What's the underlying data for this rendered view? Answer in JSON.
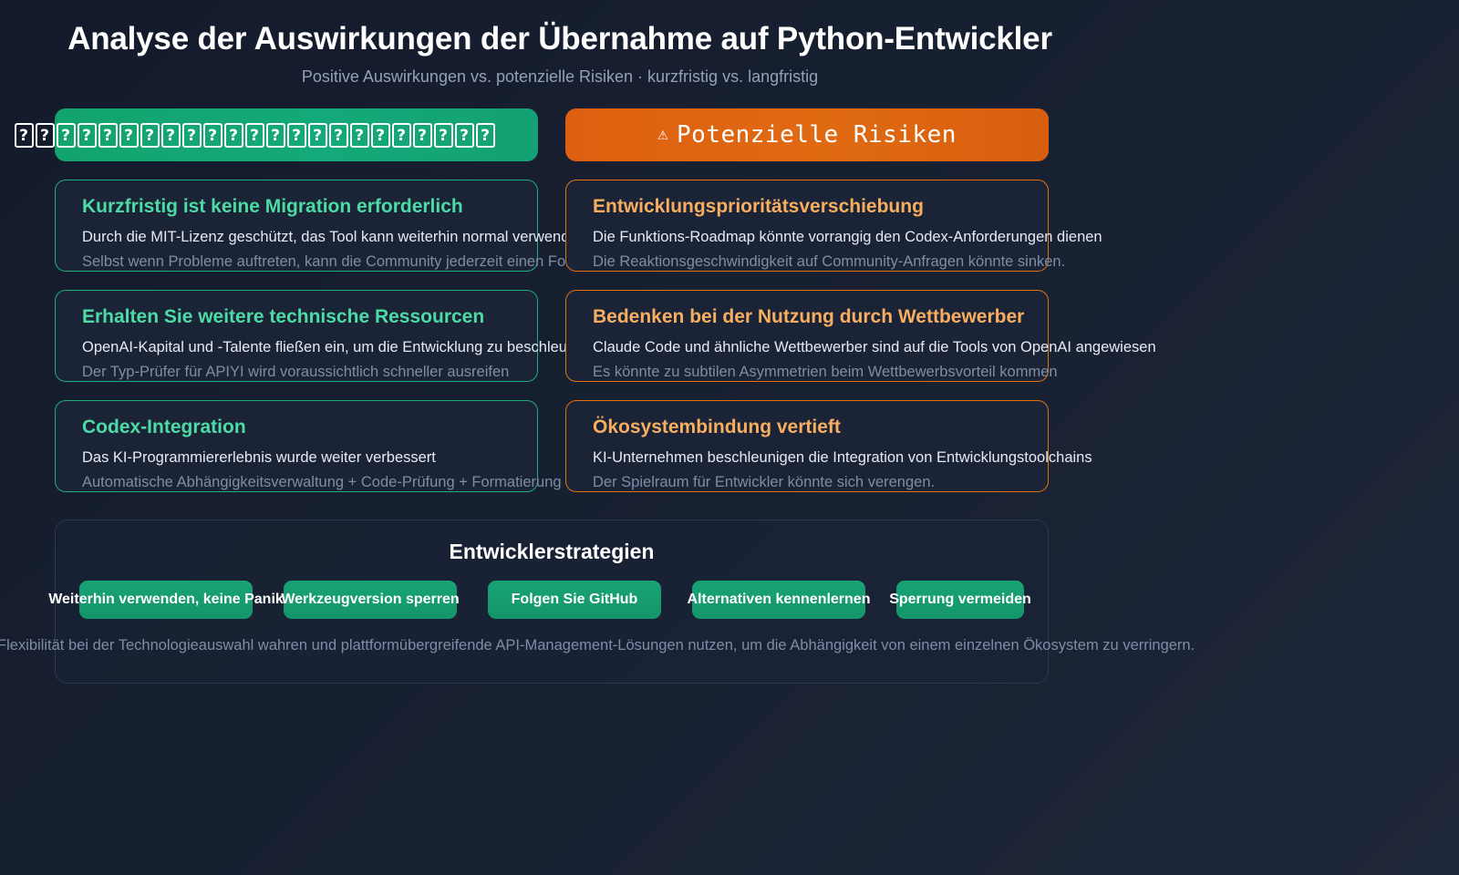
{
  "header": {
    "title": "Analyse der Auswirkungen der Übernahme auf Python-Entwickler",
    "subtitle": "Positive Auswirkungen vs. potenzielle Risiken · kurzfristig vs. langfristig"
  },
  "columns": {
    "positive": {
      "heading_label": "??????????????????????",
      "heading_glyph_count": 23,
      "accent": "#14a97a",
      "border": "#1cae7c",
      "title_color": "#4ddba5",
      "cards": [
        {
          "title": "Kurzfristig ist keine Migration erforderlich",
          "line1": "Durch die MIT-Lizenz geschützt, das Tool kann weiterhin normal verwendet werden",
          "line2": "Selbst wenn Probleme auftreten, kann die Community jederzeit einen Fork erstellen"
        },
        {
          "title": "Erhalten Sie weitere technische Ressourcen",
          "line1": "OpenAI-Kapital und -Talente fließen ein, um die Entwicklung zu beschleunigen",
          "line2": "Der Typ-Prüfer für APIYI wird voraussichtlich schneller ausreifen"
        },
        {
          "title": "Codex-Integration",
          "line1": "Das KI-Programmiererlebnis wurde weiter verbessert",
          "line2": "Automatische Abhängigkeitsverwaltung + Code-Prüfung + Formatierung"
        }
      ]
    },
    "risks": {
      "heading_icon": "warning-triangle",
      "heading_icon_glyph": "⚠",
      "heading_label": "Potenzielle Risiken",
      "accent": "#e06a12",
      "border": "#e4700f",
      "title_color": "#f8ae60",
      "cards": [
        {
          "title": "Entwicklungsprioritätsverschiebung",
          "line1": "Die Funktions-Roadmap könnte vorrangig den Codex-Anforderungen dienen",
          "line2": "Die Reaktionsgeschwindigkeit auf Community-Anfragen könnte sinken."
        },
        {
          "title": "Bedenken bei der Nutzung durch Wettbewerber",
          "line1": "Claude Code und ähnliche Wettbewerber sind auf die Tools von OpenAI angewiesen",
          "line2": "Es könnte zu subtilen Asymmetrien beim Wettbewerbsvorteil kommen"
        },
        {
          "title": "Ökosystembindung vertieft",
          "line1": "KI-Unternehmen beschleunigen die Integration von Entwicklungstoolchains",
          "line2": "Der Spielraum für Entwickler könnte sich verengen."
        }
      ]
    }
  },
  "strategy": {
    "title": "Entwicklerstrategien",
    "pills": [
      "Weiterhin verwenden, keine Panik",
      "Werkzeugversion sperren",
      "Folgen Sie GitHub",
      "Alternativen kennenlernen",
      "Sperrung vermeiden"
    ],
    "note": "Empfehlung: Flexibilität bei der Technologieauswahl wahren und plattformübergreifende API-Management-Lösungen nutzen, um die Abhängigkeit von einem einzelnen Ökosystem zu verringern."
  }
}
